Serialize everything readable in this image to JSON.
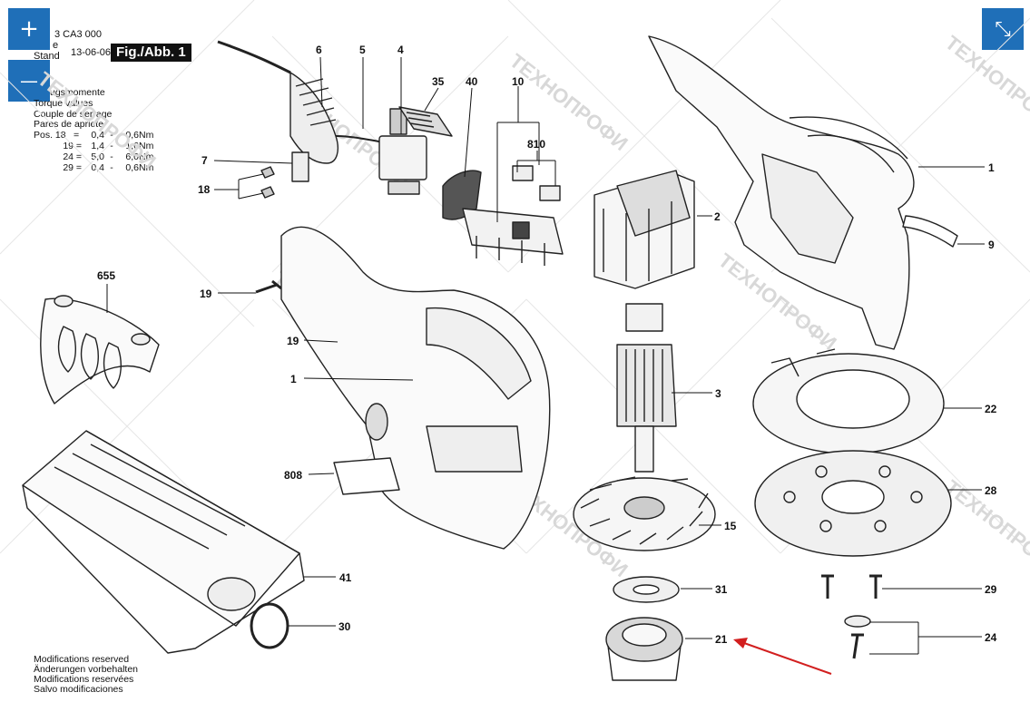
{
  "viewer": {
    "zoom_in_label": "+",
    "zoom_out_label": "—",
    "fit_label": "⤡"
  },
  "header": {
    "doc_number": "3 CA3 000",
    "ausgabe_label": "e",
    "stand_label": "Stand",
    "date": "13-06-06",
    "figure_tag": "Fig./Abb. 1"
  },
  "torque": {
    "lines": [
      "ugsmomente",
      "Torque values",
      "Couple de serrage",
      "Pares de apriete"
    ],
    "rows": [
      {
        "pos": "Pos. 18",
        "eq": "=",
        "min": "0,4",
        "dash": "-",
        "max": "0,6",
        "unit": "Nm"
      },
      {
        "pos": "19",
        "eq": "=",
        "min": "1,4",
        "dash": "-",
        "max": "1,6",
        "unit": "Nm"
      },
      {
        "pos": "24",
        "eq": "=",
        "min": "5,0",
        "dash": "-",
        "max": "6,0",
        "unit": "Nm"
      },
      {
        "pos": "29",
        "eq": "=",
        "min": "0,4",
        "dash": "-",
        "max": "0,6",
        "unit": "Nm"
      }
    ]
  },
  "footer": {
    "lines": [
      "Modifications reserved",
      "Änderungen vorbehalten",
      "Modifications reservées",
      "Salvo modificaciones"
    ]
  },
  "parts": {
    "p6": "6",
    "p5": "5",
    "p4": "4",
    "p35": "35",
    "p40": "40",
    "p10": "10",
    "p810": "810",
    "p7": "7",
    "p18": "18",
    "p2": "2",
    "p1r": "1",
    "p9": "9",
    "p655": "655",
    "p19a": "19",
    "p19b": "19",
    "p1l": "1",
    "p3": "3",
    "p22": "22",
    "p808": "808",
    "p28": "28",
    "p15": "15",
    "p41": "41",
    "p31": "31",
    "p29": "29",
    "p30": "30",
    "p21": "21",
    "p24": "24"
  },
  "watermark": "ТЕХНОПРОФИ",
  "colors": {
    "button_blue": "#1f6fb8",
    "highlight_arrow": "#d21f1f",
    "line": "#111111"
  }
}
